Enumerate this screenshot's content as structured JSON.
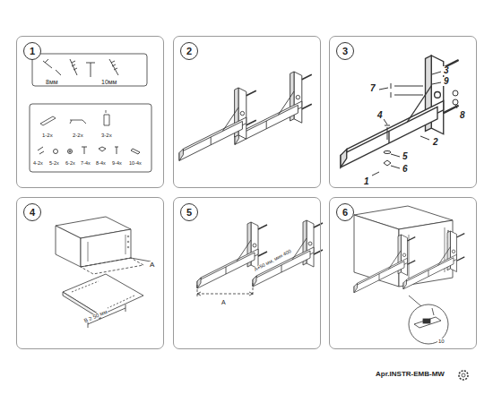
{
  "diagram": {
    "nodes": [
      {
        "text": [
          "1"
        ]
      },
      {
        "text": [
          "2"
        ]
      },
      {
        "text": [
          "3"
        ]
      },
      {
        "text": [
          "4"
        ]
      },
      {
        "text": [
          "5"
        ]
      },
      {
        "text": [
          "6"
        ]
      }
    ],
    "labels": [
      "8мм",
      "10мм",
      "1-2х",
      "2-2х",
      "3-2х",
      "4-2х",
      "5-2х",
      "6-2х",
      "7-4х",
      "8-4х",
      "9-4х",
      "10-4х",
      "3",
      "9",
      "7",
      "8",
      "4",
      "2",
      "5",
      "6",
      "1",
      "A",
      "B ≥ 50 мм",
      "A",
      "A+50 мм, мин 400",
      "10",
      "Apr.INSTR-EMB-MW"
    ]
  }
}
